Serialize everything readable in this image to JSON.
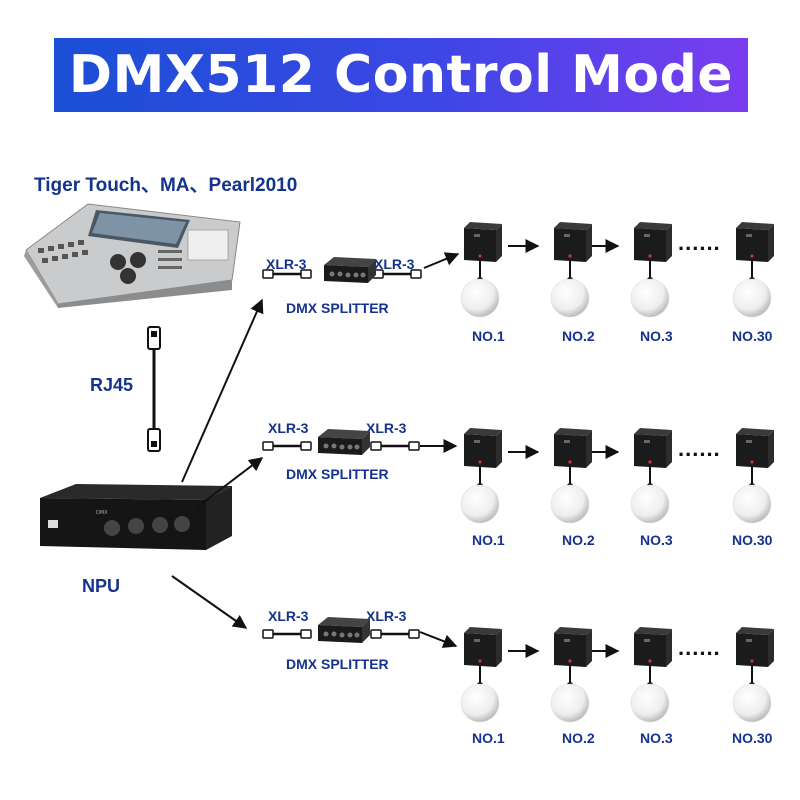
{
  "title": "DMX512 Control Mode",
  "console_label": "Tiger Touch、MA、Pearl2010",
  "rj45_label": "RJ45",
  "npu_label": "NPU",
  "rows": [
    {
      "xlr_in": "XLR-3",
      "xlr_out": "XLR-3",
      "splitter": "DMX SPLITTER",
      "fixtures": [
        "NO.1",
        "NO.2",
        "NO.3",
        "NO.30"
      ],
      "ellipsis": "......"
    },
    {
      "xlr_in": "XLR-3",
      "xlr_out": "XLR-3",
      "splitter": "DMX SPLITTER",
      "fixtures": [
        "NO.1",
        "NO.2",
        "NO.3",
        "NO.30"
      ],
      "ellipsis": "......"
    },
    {
      "xlr_in": "XLR-3",
      "xlr_out": "XLR-3",
      "splitter": "DMX SPLITTER",
      "fixtures": [
        "NO.1",
        "NO.2",
        "NO.3",
        "NO.30"
      ],
      "ellipsis": "......"
    }
  ],
  "colors": {
    "banner_start": "#1a4fd6",
    "banner_end": "#7a3df0",
    "label": "#15338c",
    "arrow": "#111111"
  }
}
